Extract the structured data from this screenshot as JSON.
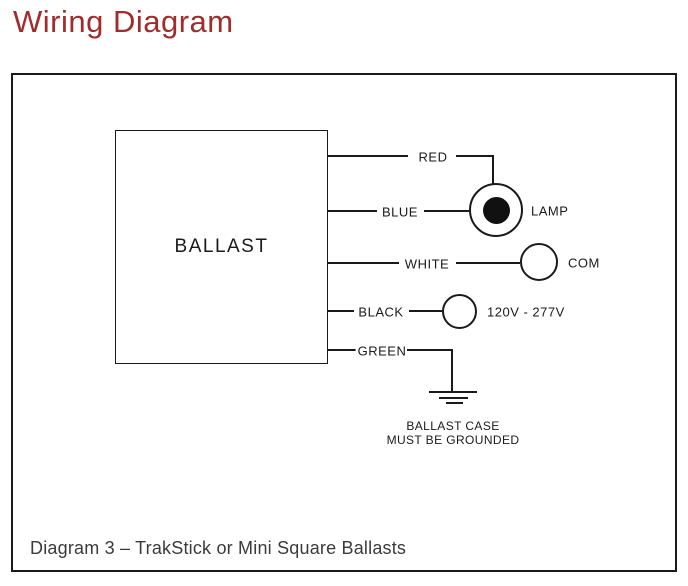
{
  "page": {
    "title": "Wiring Diagram",
    "caption": "Diagram 3 – TrakStick or Mini Square Ballasts"
  },
  "diagram": {
    "ballast_label": "BALLAST",
    "wire_labels": {
      "red": "RED",
      "blue": "BLUE",
      "white": "WHITE",
      "black": "BLACK",
      "green": "GREEN"
    },
    "terminals": {
      "lamp": "LAMP",
      "com": "COM",
      "voltage": "120V - 277V"
    },
    "ground_note": {
      "line1": "BALLAST CASE",
      "line2": "MUST BE GROUNDED"
    }
  },
  "colors": {
    "title_red": "#a02c2c",
    "line_black": "#1a1a1a",
    "caption_gray": "#3b3b3b"
  }
}
